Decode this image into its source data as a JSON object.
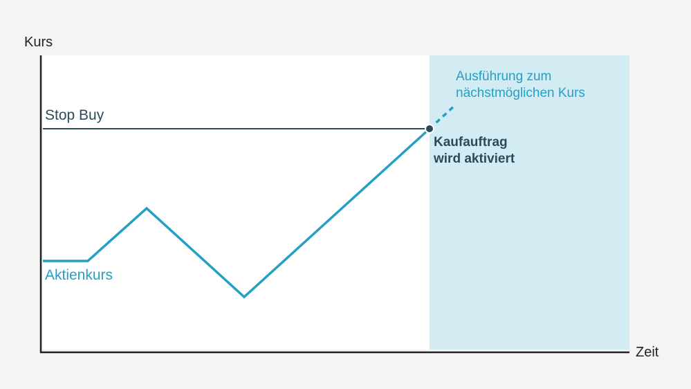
{
  "axes": {
    "y_label": "Kurs",
    "x_label": "Zeit"
  },
  "labels": {
    "stop_level": "Stop Buy",
    "price_series": "Aktienkurs",
    "trigger_line1": "Kaufauftrag",
    "trigger_line2": "wird aktiviert",
    "execution_line1": "Ausführung zum",
    "execution_line2": "nächstmöglichen Kurs"
  },
  "colors": {
    "background": "#f4f4f4",
    "plot_background": "#ffffff",
    "highlight_region": "#d3ebf2",
    "price_line": "#23a0c4",
    "stop_line": "#2b4a5a",
    "axis": "#222222"
  },
  "chart_data": {
    "type": "line",
    "title": "",
    "xlabel": "Zeit",
    "ylabel": "Kurs",
    "grid": false,
    "ticks": "none (unlabeled conceptual diagram)",
    "units": "pixel coordinates (no numeric scale shown)",
    "series": [
      {
        "name": "Aktienkurs",
        "style": "solid",
        "points": [
          [
            62,
            377
          ],
          [
            127,
            377
          ],
          [
            212,
            301
          ],
          [
            353,
            429
          ],
          [
            621,
            186
          ]
        ]
      },
      {
        "name": "Ausführung zum nächstmöglichen Kurs",
        "style": "dashed",
        "points": [
          [
            621,
            186
          ],
          [
            657,
            152
          ]
        ]
      }
    ],
    "reference_lines": [
      {
        "name": "Stop Buy",
        "orientation": "horizontal",
        "y": 186,
        "x_from": 62,
        "x_to": 621
      }
    ],
    "annotations": [
      {
        "text": "Kaufauftrag wird aktiviert",
        "point": [
          621,
          186
        ],
        "marker": "dot"
      },
      {
        "text": "Ausführung zum nächstmöglichen Kurs",
        "position": [
          659,
          99
        ]
      }
    ],
    "highlight_region": {
      "x_from": 621,
      "x_to": 910
    }
  }
}
